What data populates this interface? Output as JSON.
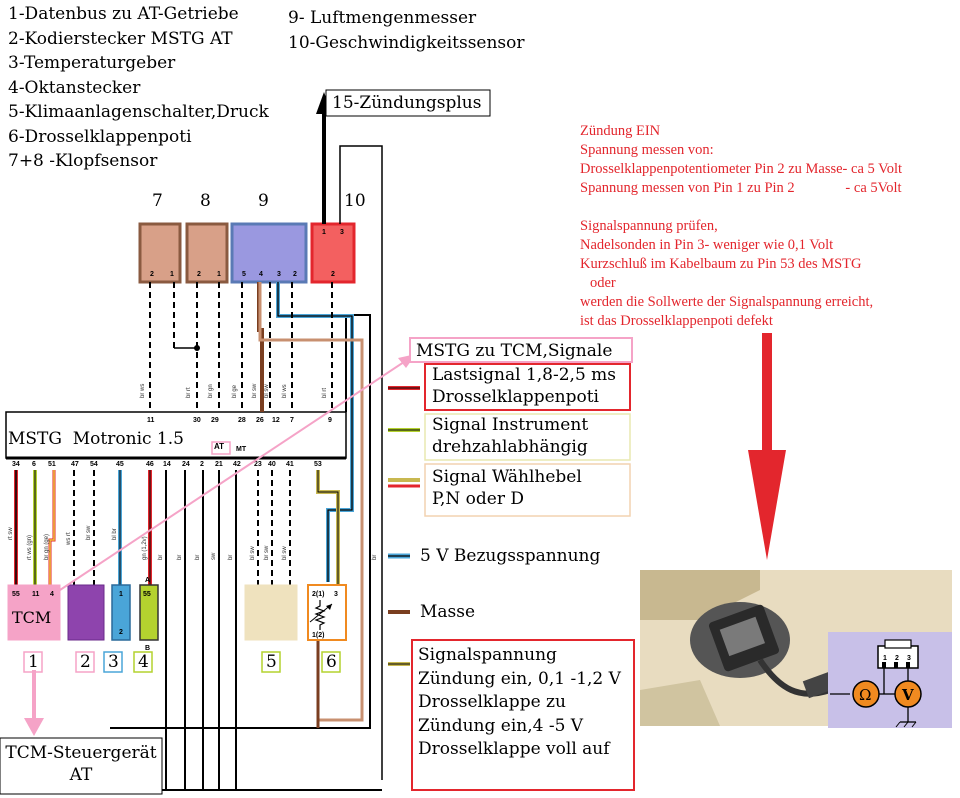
{
  "legend": {
    "col1": [
      "1-Datenbus zu AT-Getriebe",
      "2-Kodierstecker MSTG AT",
      "3-Temperaturgeber",
      "4-Oktanstecker",
      "5-Klimaanlagenschalter,Druck",
      "6-Drosselklappenpoti",
      "7+8 -Klopfsensor"
    ],
    "col2": [
      "9- Luftmengenmesser",
      "10-Geschwindigkeitssensor"
    ]
  },
  "ignition_label": "15-Zündungsplus",
  "note_lines": [
    "Zündung EIN",
    "Spannung messen von:",
    "Drosselklappenpotentiometer Pin 2 zu Masse- ca 5 Volt",
    "Spannung messen von Pin 1 zu Pin 2              - ca 5Volt",
    "",
    "Signalspannung prüfen,",
    "Nadelsonden  in Pin 3- weniger wie 0,1 Volt",
    "Kurzschluß im Kabelbaum zu Pin 53 des MSTG",
    "oder",
    "werden die Sollwerte der Signalspannung erreicht,",
    "ist das Drosselklappenpoti defekt"
  ],
  "mstg_tcm": "MSTG zu TCM,Signale",
  "signal_boxes": {
    "last": [
      "Lastsignal 1,8-2,5 ms",
      "Drosselklappenpoti"
    ],
    "instrument": [
      "Signal Instrument",
      "drehzahlabhängig"
    ],
    "waehlhebel": [
      "Signal Wählhebel",
      "P,N oder D"
    ]
  },
  "wire_legend": {
    "bezug": "5 V Bezugsspannung",
    "masse": "Masse"
  },
  "signalspannung": [
    "Signalspannung",
    "Zündung ein, 0,1 -1,2 V",
    "Drosselklappe zu",
    "Zündung ein,4 -5 V",
    "Drosselklappe voll auf"
  ],
  "ecu_title": "MSTG  Motronic 1.5",
  "ecu_tags": {
    "at": "AT",
    "mt": "MT"
  },
  "top_pins": [
    "11",
    "30",
    "29",
    "28",
    "26",
    "12",
    "7",
    "9"
  ],
  "bottom_pins": [
    "34",
    "6",
    "51",
    "47",
    "54",
    "45",
    "46",
    "14",
    "24",
    "2",
    "21",
    "42",
    "23",
    "40",
    "41",
    "53"
  ],
  "comp_numbers_top": [
    "7",
    "8",
    "9",
    "10"
  ],
  "comp_numbers_bottom": [
    "1",
    "2",
    "3",
    "4",
    "5",
    "6"
  ],
  "tcm": "TCM",
  "tcm_target": [
    "TCM-Steuergerät",
    "AT"
  ],
  "connector_pins": {
    "k7": [
      "2",
      "1"
    ],
    "k8": [
      "2",
      "1"
    ],
    "k9": [
      "5",
      "4",
      "3",
      "2"
    ],
    "k10_top": [
      "1",
      "3"
    ],
    "k10_bottom": "2",
    "tcm": [
      "55",
      "11",
      "4"
    ],
    "b3": [
      "1",
      "2"
    ],
    "b4_top": "55",
    "b4_a": "A",
    "b4_b": "B",
    "poti": [
      "2(1)",
      "3",
      "1(2)"
    ]
  },
  "wire_labels": [
    "br ws",
    "br rt",
    "br gn",
    "bl ge",
    "br sw",
    "bl sw",
    "bl ws",
    "sw",
    "bl rt",
    "br",
    "rt sw",
    "rt ws (gn)",
    "br gn (ge)",
    "ws rt",
    "bl br",
    "gn (1,2v)"
  ],
  "colors": {
    "brown": "#7a3e20",
    "green": "#b4d22f",
    "blue": "#4aa5d8",
    "red": "#e3262d",
    "pink": "#f5a3c7",
    "purple": "#8e44ad",
    "yellow": "#c8b850"
  }
}
